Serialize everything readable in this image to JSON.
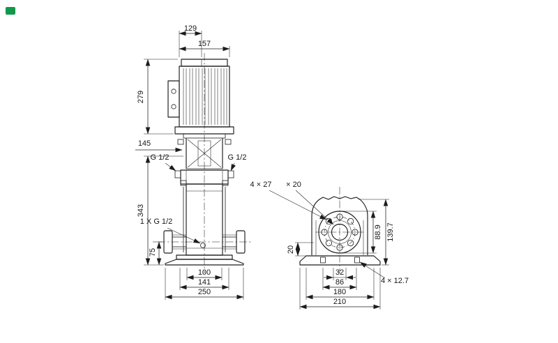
{
  "colors": {
    "line": "#1c1c1c",
    "background": "#ffffff",
    "logo_green": "#11984b"
  },
  "front_view": {
    "dim_129": "129",
    "dim_157": "157",
    "dim_279": "279",
    "dim_145": "145",
    "port_left": "G 1/2",
    "port_right": "G 1/2",
    "dim_343": "343",
    "drain_port": "1 X G 1/2",
    "dim_75": "75",
    "dim_100": "100",
    "dim_141": "141",
    "dim_250": "250"
  },
  "end_view": {
    "flange_holes": "4 × 27",
    "flange_hole_2": "× 20",
    "dim_20": "20",
    "dim_88_9": "88.9",
    "dim_139_7": "139.7",
    "dim_32": "32",
    "dim_86": "86",
    "dim_180": "180",
    "dim_210": "210",
    "base_holes": "4 × 12.7"
  }
}
